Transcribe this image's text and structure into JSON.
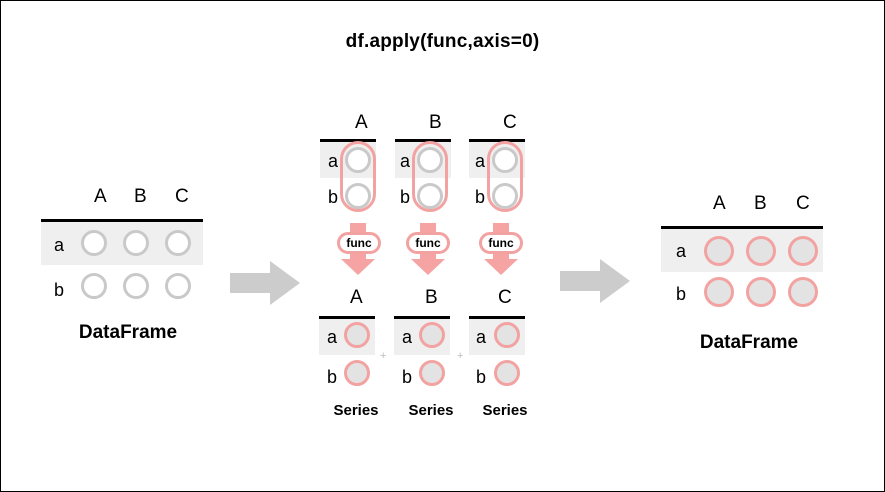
{
  "title": "df.apply(func,axis=0)",
  "left_frame": {
    "columns": [
      "A",
      "B",
      "C"
    ],
    "rows": [
      "a",
      "b"
    ],
    "caption": "DataFrame"
  },
  "middle_inputs": [
    {
      "column": "A",
      "rows": [
        "a",
        "b"
      ]
    },
    {
      "column": "B",
      "rows": [
        "a",
        "b"
      ]
    },
    {
      "column": "C",
      "rows": [
        "a",
        "b"
      ]
    }
  ],
  "func_label": "func",
  "middle_series": [
    {
      "column": "A",
      "rows": [
        "a",
        "b"
      ],
      "caption": "Series"
    },
    {
      "column": "B",
      "rows": [
        "a",
        "b"
      ],
      "caption": "Series"
    },
    {
      "column": "C",
      "rows": [
        "a",
        "b"
      ],
      "caption": "Series"
    }
  ],
  "plus_sign": "+",
  "right_frame": {
    "columns": [
      "A",
      "B",
      "C"
    ],
    "rows": [
      "a",
      "b"
    ],
    "caption": "DataFrame"
  },
  "colors": {
    "arrow_gray": "#cccccc",
    "pink": "#f3a2a2",
    "down_arrow": "#f6a3a3",
    "row_shade": "#efefef",
    "circle_gray": "#c9c9c9"
  }
}
